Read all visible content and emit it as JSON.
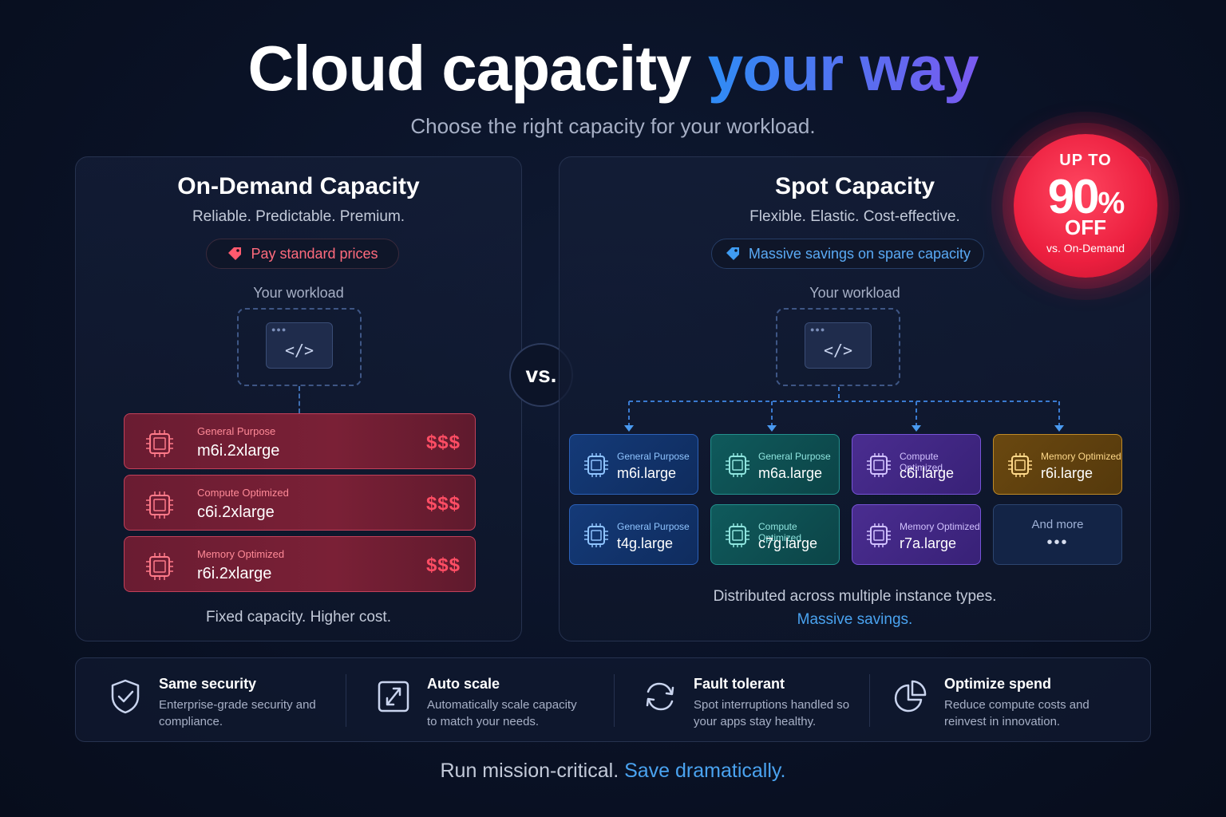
{
  "hero": {
    "title_main": "Cloud capacity ",
    "title_accent": "your way",
    "subtitle": "Choose the right capacity for your workload."
  },
  "on_demand": {
    "title": "On-Demand Capacity",
    "tagline": "Reliable. Predictable. Premium.",
    "pill_label": "Pay standard prices",
    "workload_label": "Your workload",
    "code_glyph": "</>",
    "instances": [
      {
        "category": "General Purpose",
        "name": "m6i.2xlarge",
        "price": "$$$"
      },
      {
        "category": "Compute Optimized",
        "name": "c6i.2xlarge",
        "price": "$$$"
      },
      {
        "category": "Memory Optimized",
        "name": "r6i.2xlarge",
        "price": "$$$"
      }
    ],
    "footer": "Fixed capacity. Higher cost."
  },
  "vs_label": "vs.",
  "spot": {
    "title": "Spot Capacity",
    "tagline": "Flexible. Elastic. Cost-effective.",
    "pill_label": "Massive savings on spare capacity",
    "workload_label": "Your workload",
    "code_glyph": "</>",
    "instances": [
      {
        "category": "General Purpose",
        "name": "m6i.large",
        "color": "#2c61b8"
      },
      {
        "category": "General Purpose",
        "name": "m6a.large",
        "color": "#23908d"
      },
      {
        "category": "Compute Optimized",
        "name": "c6i.large",
        "color": "#7653d6"
      },
      {
        "category": "Memory Optimized",
        "name": "r6i.large",
        "color": "#c08a26"
      },
      {
        "category": "General Purpose",
        "name": "t4g.large",
        "color": "#2c61b8"
      },
      {
        "category": "Compute Optimized",
        "name": "c7g.large",
        "color": "#23908d"
      },
      {
        "category": "Memory Optimized",
        "name": "r7a.large",
        "color": "#7653d6"
      }
    ],
    "more_label": "And more",
    "more_dots": "•••",
    "footer_line1": "Distributed across multiple instance types.",
    "footer_line2": "Massive savings."
  },
  "badge": {
    "line1": "UP TO",
    "percent": "90",
    "percent_sign": "%",
    "line3": "OFF",
    "line4": "vs. On-Demand"
  },
  "features": [
    {
      "icon": "shield-check-icon",
      "title": "Same security",
      "desc": "Enterprise-grade security and compliance."
    },
    {
      "icon": "expand-arrows-icon",
      "title": "Auto scale",
      "desc": "Automatically scale capacity to match your needs."
    },
    {
      "icon": "refresh-cycle-icon",
      "title": "Fault tolerant",
      "desc": "Spot interruptions handled so your apps stay healthy."
    },
    {
      "icon": "pie-chart-icon",
      "title": "Optimize spend",
      "desc": "Reduce compute costs and reinvest in innovation."
    }
  ],
  "tagline": {
    "main": "Run mission-critical. ",
    "accent": "Save dramatically."
  },
  "colors": {
    "background": "#0a1226",
    "accent_blue": "#4aa3f0",
    "accent_red": "#ec1f3f",
    "on_demand_price": "#ff4d64"
  }
}
